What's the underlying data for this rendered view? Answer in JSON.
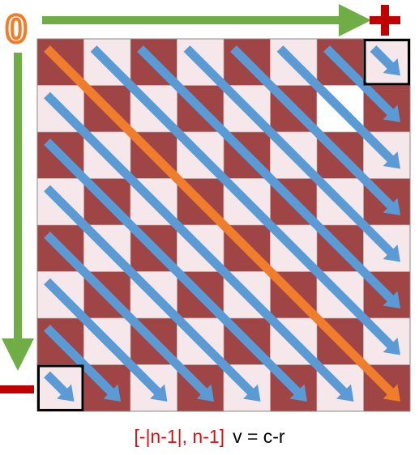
{
  "diagram": {
    "origin_label": "0",
    "grid_size": 8,
    "colors": {
      "dark_cell": "#a04545",
      "light_cell": "#f6e8ea",
      "white_cell": "#ffffff",
      "blue_arrow": "#5b9bd5",
      "main_diagonal_arrow": "#f07d2a",
      "green_axis": "#70ad47",
      "plus_sign": "#c00000",
      "minus_sign": "#c00000",
      "zero_label": "#f07d2a"
    },
    "white_cells": [
      [
        1,
        6
      ]
    ],
    "highlighted_cells": [
      [
        0,
        7
      ],
      [
        7,
        0
      ]
    ],
    "icons": [
      "plus-icon",
      "minus-icon"
    ]
  },
  "caption": {
    "range": "[-|n-1|, n-1]",
    "formula": "v = c-r"
  }
}
